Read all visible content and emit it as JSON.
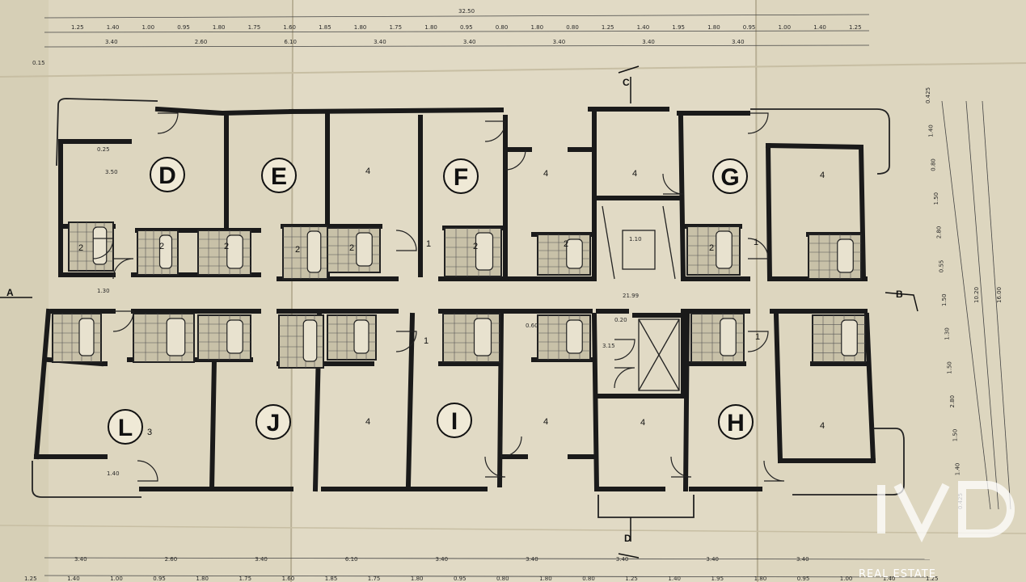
{
  "plan": {
    "total_length": "32.50",
    "top_dims_row1": [
      "1.25",
      "1.40",
      "1.00",
      "0.95",
      "1.80",
      "1.75",
      "1.60",
      "1.85",
      "1.80",
      "1.75",
      "1.80",
      "0.95",
      "0.80",
      "1.80",
      "0.80",
      "1.25",
      "1.40",
      "1.95",
      "1.80",
      "0.95",
      "1.00",
      "1.40",
      "1.25"
    ],
    "top_dims_row2": [
      "3.40",
      "2.60",
      "6.10",
      "3.40",
      "3.40",
      "3.40",
      "3.40",
      "3.40"
    ],
    "bottom_dims_row1": [
      "3.40",
      "2.60",
      "3.40",
      "6.10",
      "3.40",
      "3.40",
      "3.40",
      "3.40",
      "3.40"
    ],
    "bottom_dims_row2": [
      "1.25",
      "1.40",
      "1.00",
      "0.95",
      "1.80",
      "1.75",
      "1.60",
      "1.85",
      "1.75",
      "1.80",
      "0.95",
      "0.80",
      "1.80",
      "0.80",
      "1.25",
      "1.40",
      "1.95",
      "1.80",
      "0.95",
      "1.00",
      "1.40",
      "1.25"
    ],
    "right_dims": [
      "0.425",
      "1.40",
      "0.80",
      "1.50",
      "2.80",
      "0.55",
      "1.50",
      "1.30",
      "1.50",
      "2.80",
      "1.50",
      "1.40",
      "0.425"
    ],
    "right_totals": [
      "10.20",
      "16.00"
    ],
    "units": [
      {
        "letter": "D"
      },
      {
        "letter": "E"
      },
      {
        "letter": "F"
      },
      {
        "letter": "G"
      },
      {
        "letter": "L"
      },
      {
        "letter": "J"
      },
      {
        "letter": "I"
      },
      {
        "letter": "H"
      }
    ],
    "room_labels": [
      "4",
      "4",
      "4",
      "4",
      "4",
      "4",
      "4",
      "4",
      "2",
      "2",
      "2",
      "2",
      "2",
      "2",
      "2",
      "2",
      "1",
      "1",
      "1",
      "1",
      "3"
    ],
    "sections": {
      "a": "A",
      "b": "B",
      "c": "C",
      "d": "D"
    },
    "stair_area": "21.99",
    "misc_dims": [
      "0.15",
      "0.25",
      "3.50",
      "1.40",
      "0.60",
      "0.20",
      "3.15",
      "1.10",
      "1.30"
    ]
  },
  "watermark": {
    "text": "REAL ESTATE",
    "color": "#ffffff"
  },
  "colors": {
    "paper": "#d9d2bb",
    "ink": "#1a1a1a"
  }
}
